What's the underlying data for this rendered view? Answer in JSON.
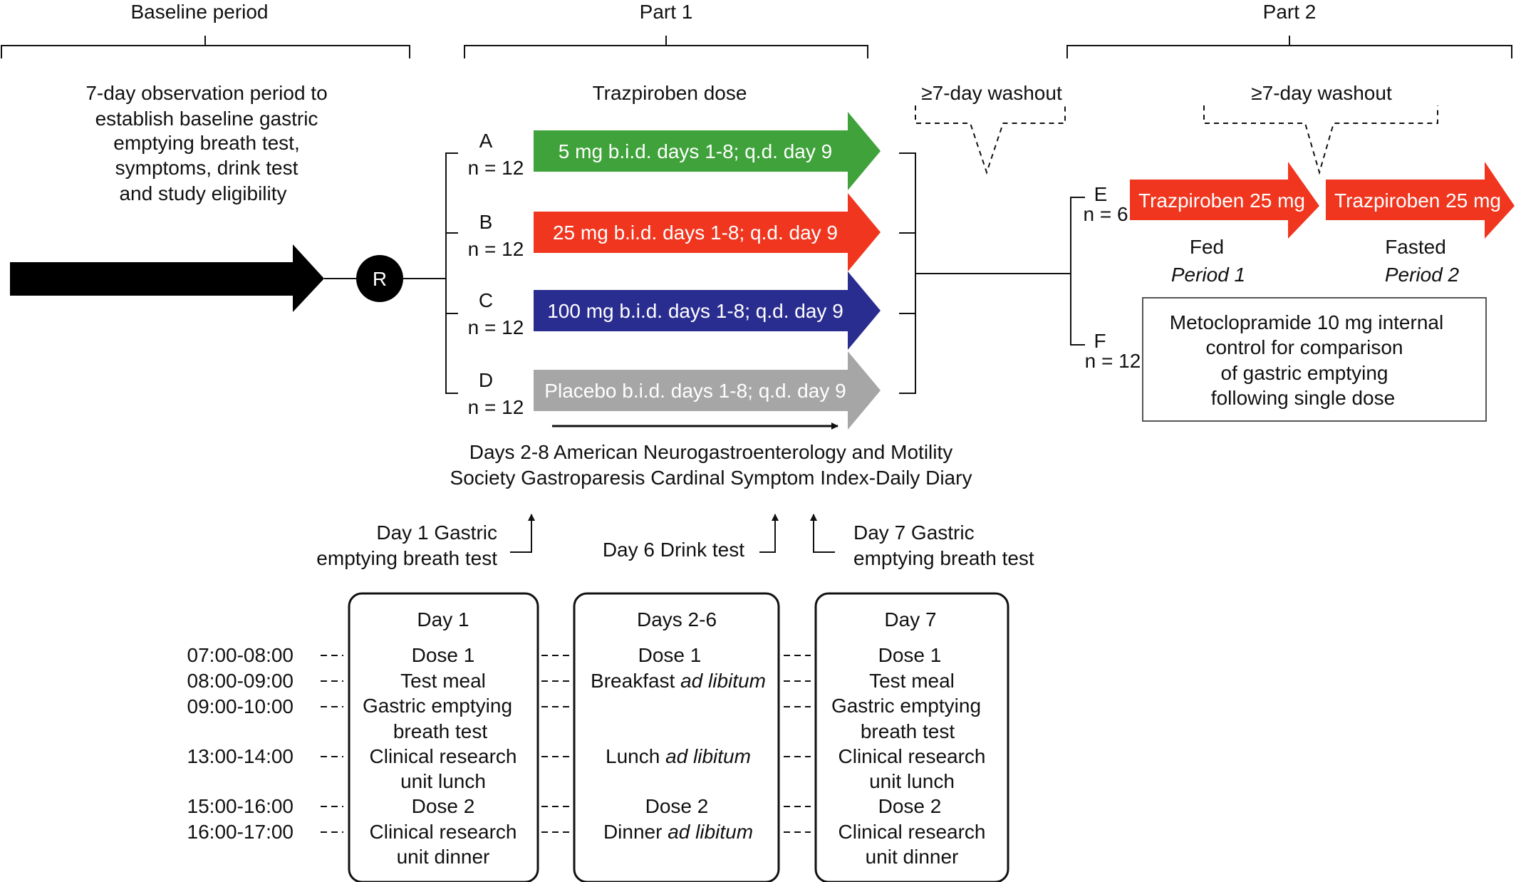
{
  "headers": {
    "baseline": "Baseline period",
    "part1": "Part 1",
    "part2": "Part 2"
  },
  "baseline": {
    "description": [
      "7-day observation period to",
      "establish baseline gastric",
      "emptying breath test,",
      "symptoms, drink test",
      "and study eligibility"
    ],
    "randomization": "R"
  },
  "part1": {
    "dose_title": "Trazpiroben dose",
    "washout": "≥7-day washout",
    "arms": [
      {
        "letter": "A",
        "n": "n = 12",
        "label": "5 mg b.i.d. days 1-8; q.d. day 9",
        "color": "#3fa23a"
      },
      {
        "letter": "B",
        "n": "n = 12",
        "label": "25 mg b.i.d. days 1-8; q.d. day 9",
        "color": "#f0361f"
      },
      {
        "letter": "C",
        "n": "n = 12",
        "label": "100 mg b.i.d. days 1-8; q.d. day 9",
        "color": "#2a2d90"
      },
      {
        "letter": "D",
        "n": "n = 12",
        "label": "Placebo b.i.d. days 1-8; q.d. day 9",
        "color": "#a6a6a6"
      }
    ],
    "diary": [
      "Days 2-8 American Neurogastroenterology and Motility",
      "Society Gastroparesis Cardinal Symptom Index-Daily Diary"
    ],
    "tests": {
      "day1": [
        "Day 1 Gastric",
        "emptying breath test"
      ],
      "day6": "Day 6 Drink test",
      "day7": [
        "Day 7 Gastric",
        "emptying breath test"
      ]
    }
  },
  "part2": {
    "washout": "≥7-day washout",
    "arm_e": {
      "letter": "E",
      "n": "n = 6",
      "period1_label": "Trazpiroben 25 mg",
      "period2_label": "Trazpiroben 25 mg",
      "fed": "Fed",
      "period1": "Period 1",
      "fasted": "Fasted",
      "period2": "Period 2",
      "color": "#f0361f"
    },
    "arm_f": {
      "letter": "F",
      "n": "n = 12",
      "box": [
        "Metoclopramide 10 mg internal",
        "control for comparison",
        "of gastric emptying",
        "following single dose"
      ]
    }
  },
  "schedule": {
    "times": [
      "07:00-08:00",
      "08:00-09:00",
      "09:00-10:00",
      "13:00-14:00",
      "15:00-16:00",
      "16:00-17:00"
    ],
    "day1": {
      "title": "Day 1",
      "dose1": "Dose 1",
      "meal": "Test meal",
      "test": [
        "Gastric emptying",
        "breath test"
      ],
      "lunch": [
        "Clinical research",
        "unit lunch"
      ],
      "dose2": "Dose 2",
      "dinner": [
        "Clinical research",
        "unit dinner"
      ]
    },
    "days2_6": {
      "title": "Days 2-6",
      "dose1": "Dose 1",
      "breakfast": "Breakfast",
      "lunch": "Lunch",
      "dinner": "Dinner",
      "ad_lib": "ad libitum",
      "dose2": "Dose 2"
    },
    "day7": {
      "title": "Day 7",
      "dose1": "Dose 1",
      "meal": "Test meal",
      "test": [
        "Gastric emptying",
        "breath test"
      ],
      "lunch": [
        "Clinical research",
        "unit lunch"
      ],
      "dose2": "Dose 2",
      "dinner": [
        "Clinical research",
        "unit dinner"
      ]
    }
  }
}
